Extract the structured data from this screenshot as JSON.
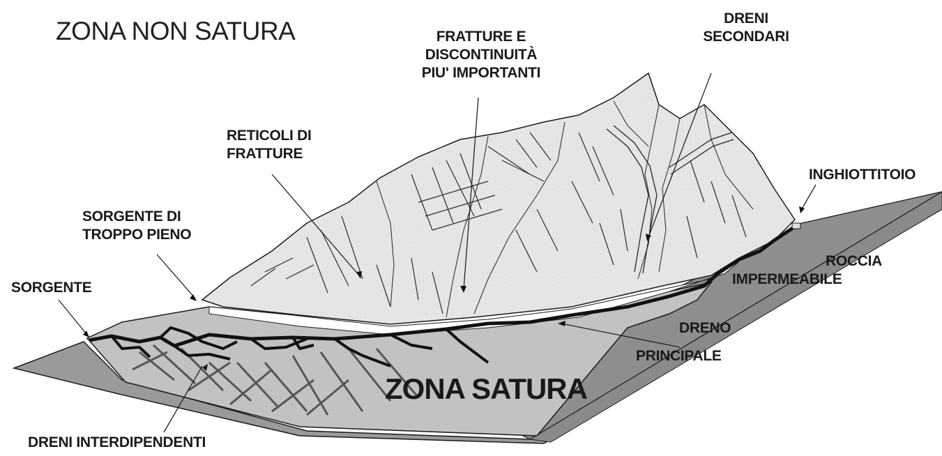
{
  "labels": {
    "zona_non_satura": "ZONA NON SATURA",
    "zona_satura": "ZONA SATURA",
    "fratture_line1": "FRATTURE E",
    "fratture_line2": "DISCONTINUITÀ",
    "fratture_line3": "PIU' IMPORTANTI",
    "dreni_secondari_line1": "DRENI",
    "dreni_secondari_line2": "SECONDARI",
    "reticoli_line1": "RETICOLI DI",
    "reticoli_line2": "FRATTURE",
    "inghiottitoio": "INGHIOTTITOIO",
    "troppo_pieno_line1": "SORGENTE DI",
    "troppo_pieno_line2": "TROPPO PIENO",
    "sorgente": "SORGENTE",
    "roccia_line1": "ROCCIA",
    "roccia_line2": "IMPERMEABILE",
    "dreno_line1": "DRENO",
    "dreno_line2": "PRINCIPALE",
    "dreni_interdipendenti": "DRENI INTERDIPENDENTI"
  },
  "colors": {
    "mountain_fill": "#e8e8e8",
    "saturated_fill": "#bdbdbd",
    "impermeable_fill": "#8e8e8e",
    "outline": "#1a1a1a"
  }
}
